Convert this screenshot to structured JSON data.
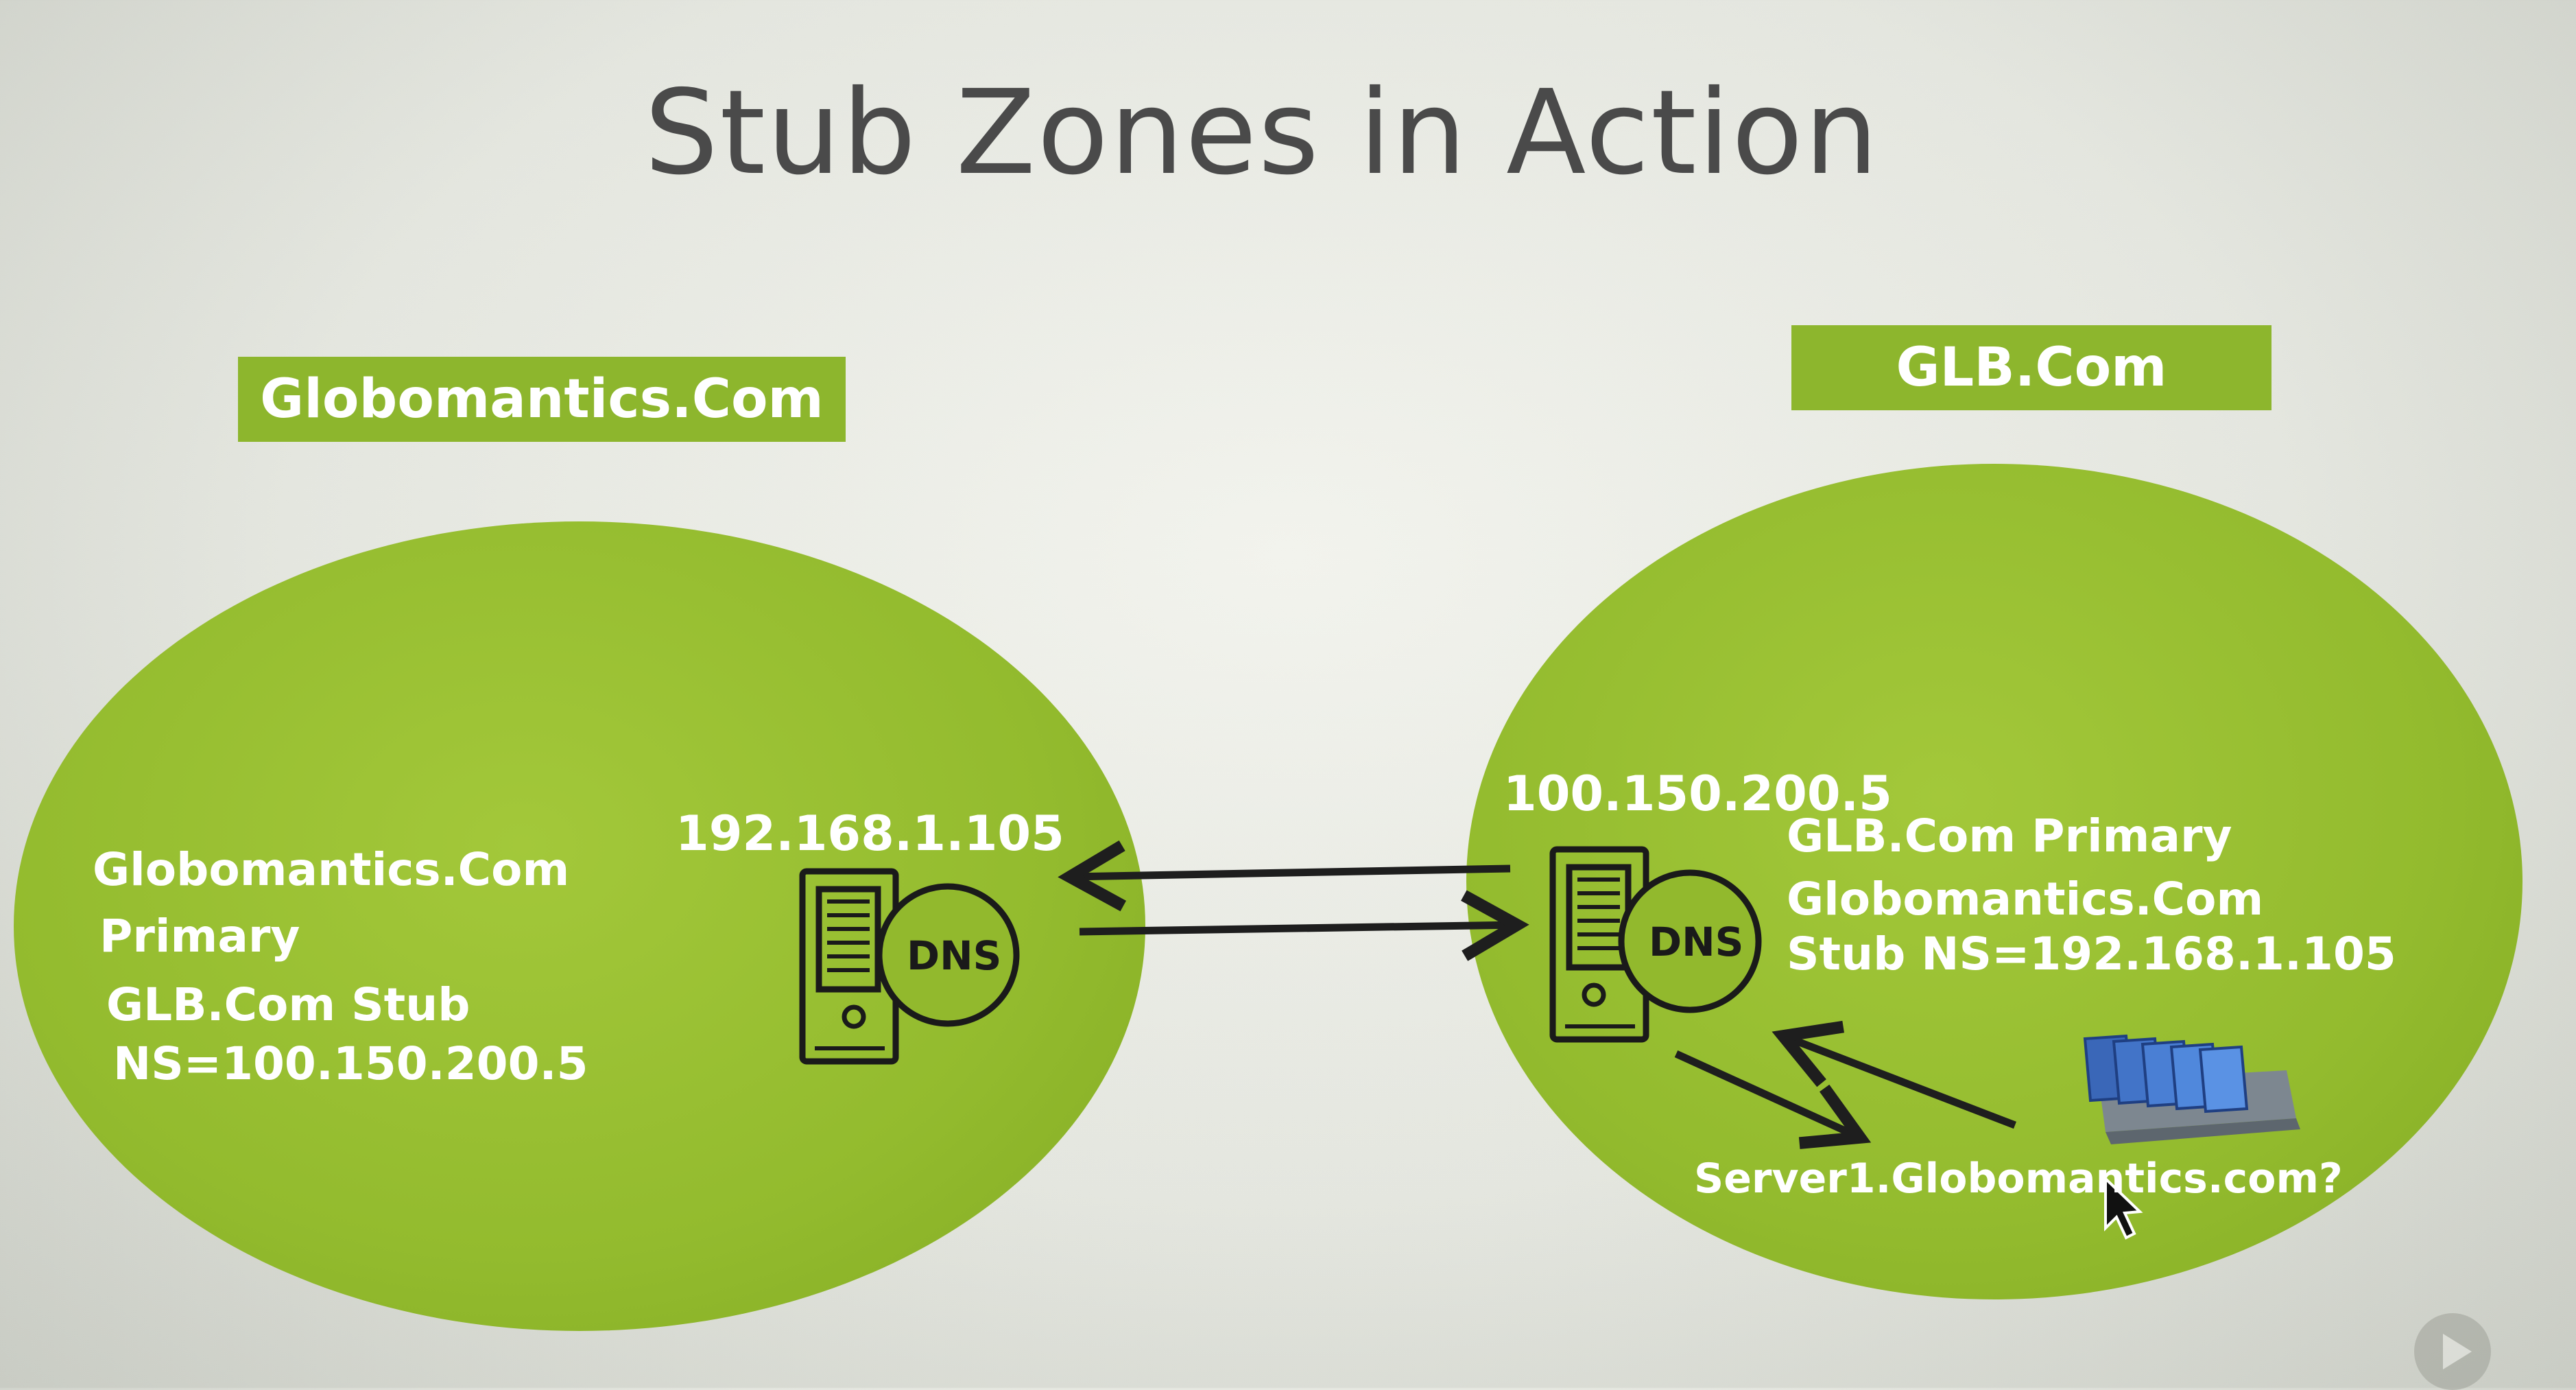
{
  "slide": {
    "title": "Stub Zones in Action"
  },
  "left_zone": {
    "label": "Globomantics.Com",
    "ip": "192.168.1.105",
    "primary_line1": "Globomantics.Com",
    "primary_line2": "Primary",
    "stub_line1": "GLB.Com Stub",
    "stub_line2": "NS=100.150.200.5",
    "dns_label": "DNS"
  },
  "right_zone": {
    "label": "GLB.Com",
    "ip": "100.150.200.5",
    "line1": "GLB.Com Primary",
    "line2": "Globomantics.Com",
    "line3": "Stub NS=192.168.1.105",
    "dns_label": "DNS",
    "query": "Server1.Globomantics.com?"
  },
  "icons": {
    "server_left": "server-icon",
    "server_right": "server-icon",
    "clients": "laptop-stack-icon",
    "cursor": "mouse-cursor-icon",
    "player": "play-button-icon"
  },
  "colors": {
    "accent_green": "#8db62d",
    "arrow": "#1e1e1e",
    "text_light": "#ffffff",
    "title_text": "#4a4a4a"
  }
}
